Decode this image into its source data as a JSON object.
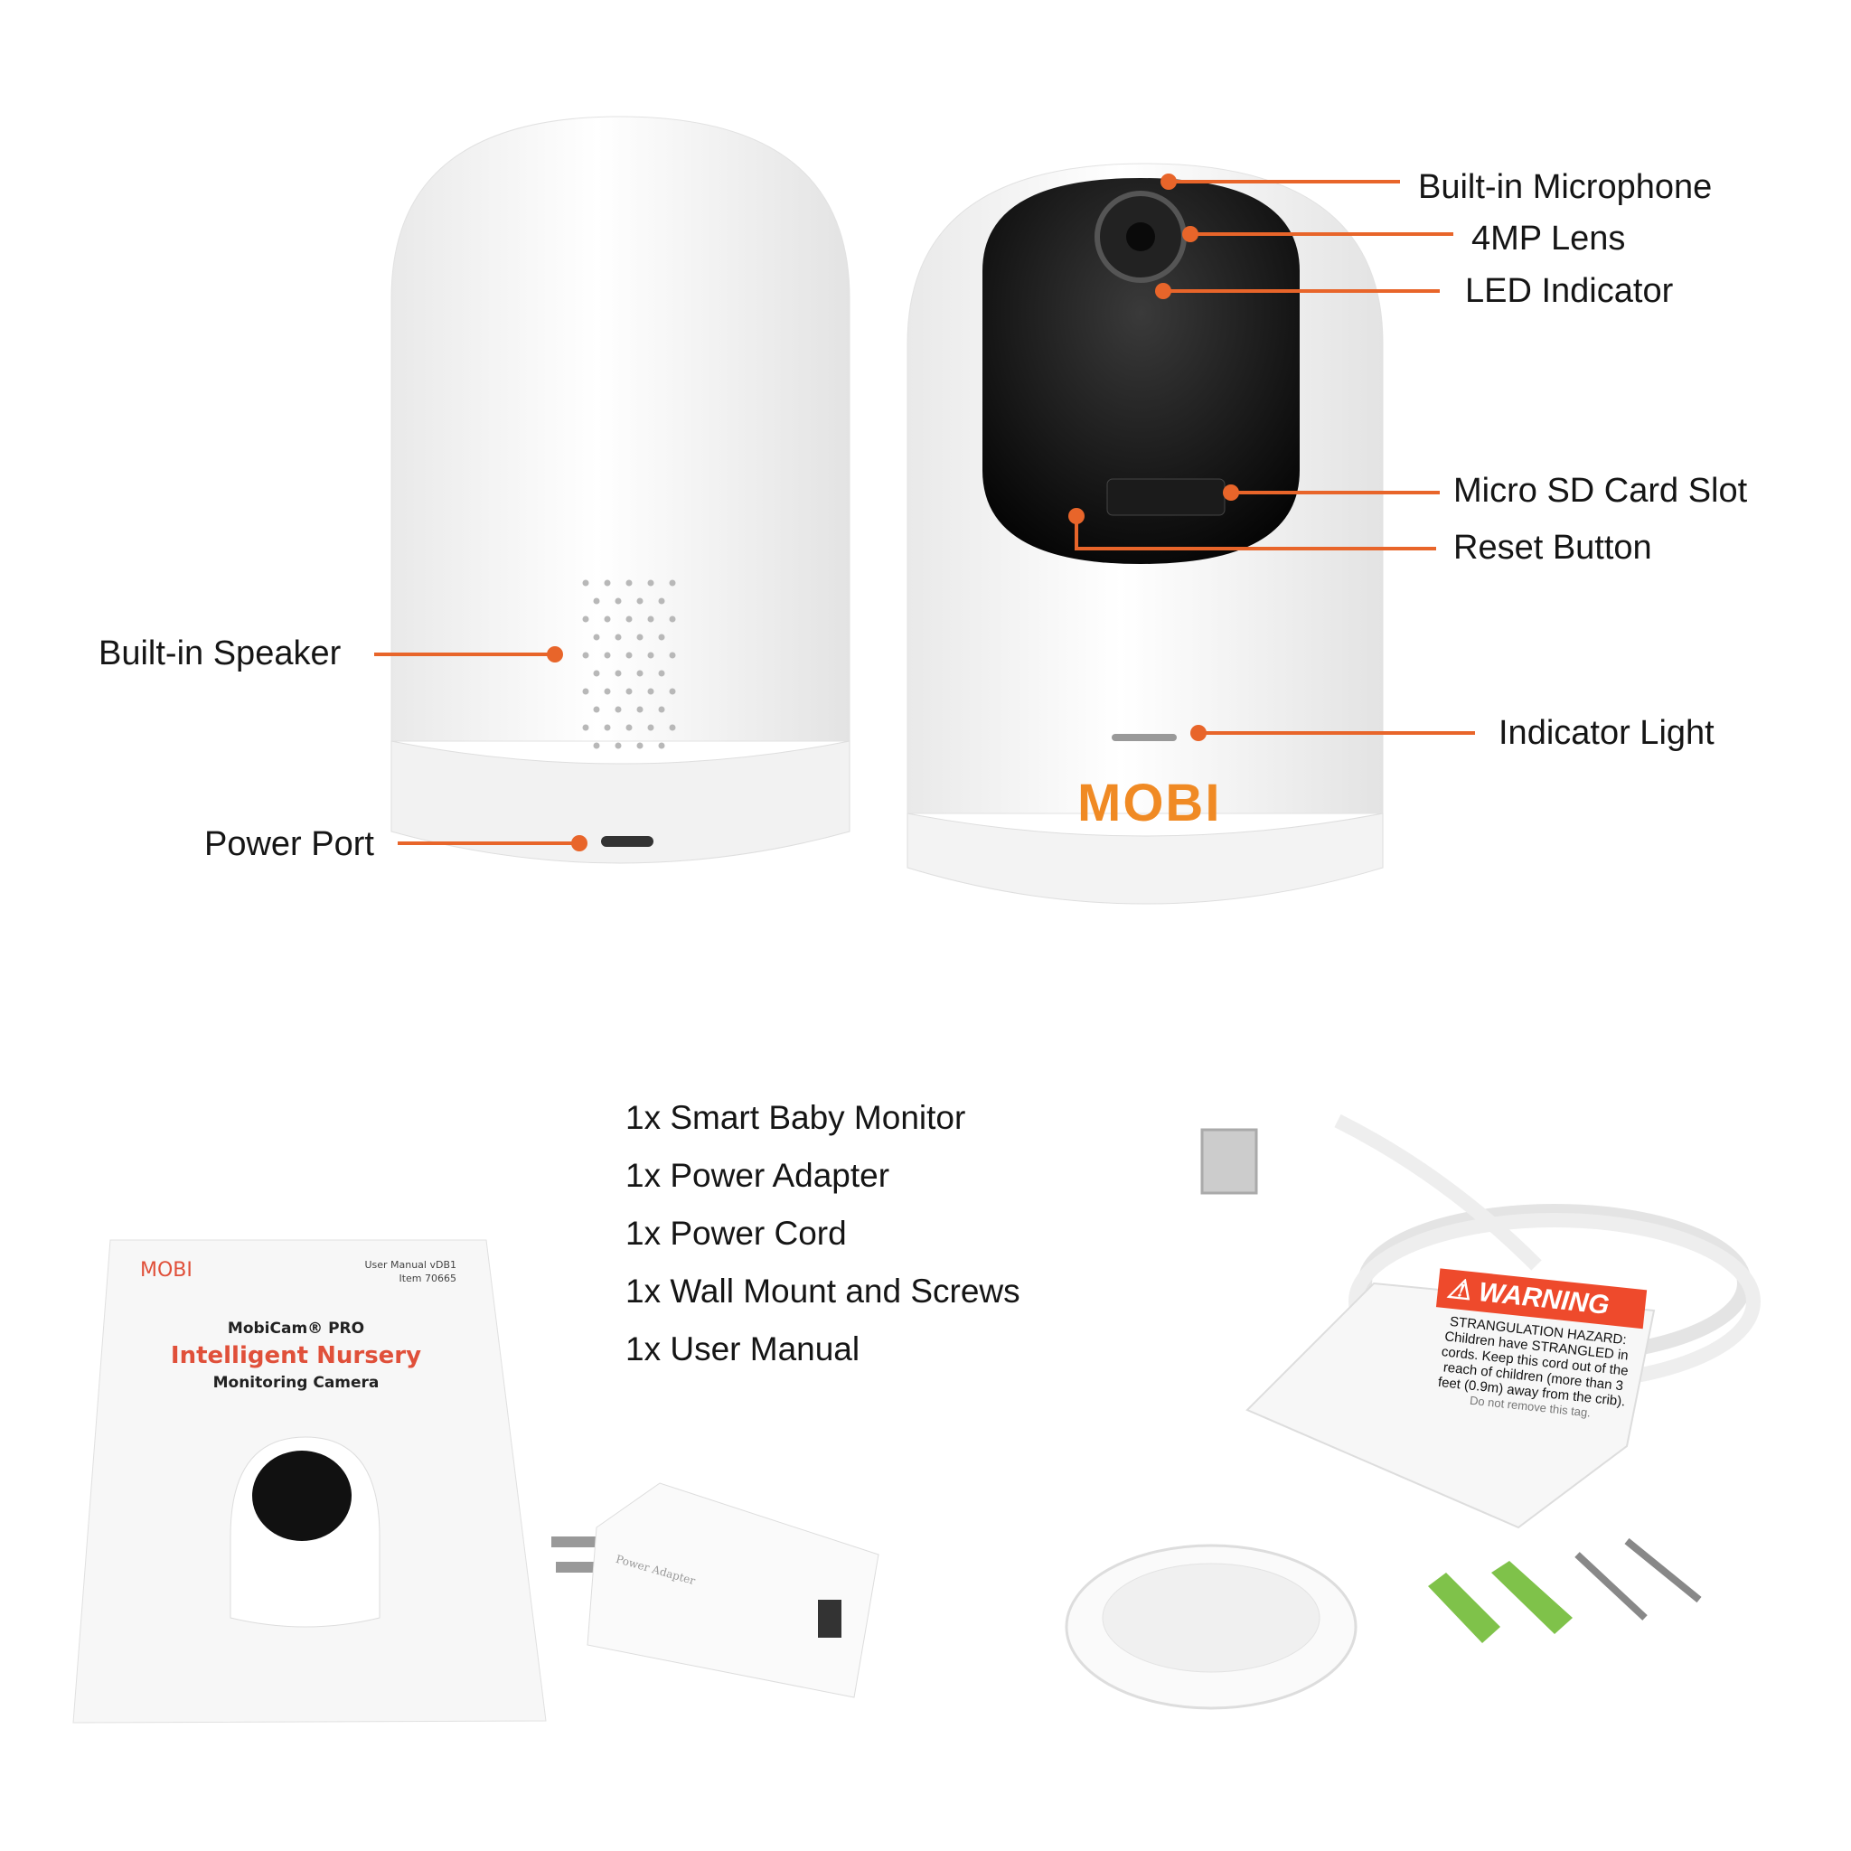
{
  "brand": {
    "logo": "MOBI",
    "accent_color": "#e8652a"
  },
  "callouts": {
    "microphone": "Built-in Microphone",
    "lens": "4MP Lens",
    "led": "LED Indicator",
    "sd_slot": "Micro SD Card Slot",
    "reset": "Reset Button",
    "indicator_light": "Indicator Light",
    "speaker": "Built-in Speaker",
    "power_port": "Power Port"
  },
  "contents": [
    "1x Smart Baby Monitor",
    "1x Power Adapter",
    "1x Power Cord",
    "1x Wall Mount and Screws",
    "1x User Manual"
  ],
  "manual": {
    "logo": "MOBI",
    "version": "User Manual vDB1",
    "item": "Item 70665",
    "product": "MobiCam® PRO",
    "title": "Intelligent Nursery",
    "subtitle": "Monitoring Camera",
    "title_color": "#e0503a"
  },
  "warning_tag": {
    "header": "WARNING",
    "hazard": "STRANGULATION HAZARD:",
    "lines": [
      "Children have STRANGLED in",
      "cords. Keep this cord out of the",
      "reach of children (more than 3",
      "feet (0.9m) away from the crib).",
      "Do not remove this tag."
    ],
    "color": "#ee4a2c"
  },
  "adapter": {
    "label": "Power Adapter"
  }
}
